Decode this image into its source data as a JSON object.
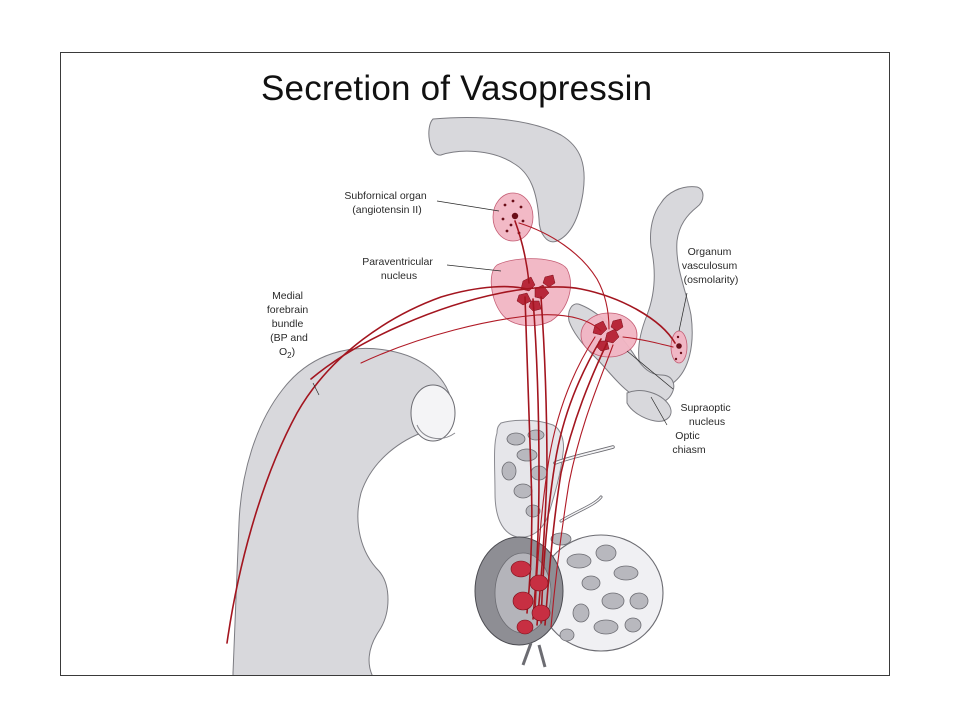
{
  "title": "Secretion of Vasopressin",
  "labels": {
    "subfornical": [
      "Subfornical organ",
      "(angiotensin II)"
    ],
    "paraventricular": [
      "Paraventricular",
      "nucleus"
    ],
    "medial_forebrain": [
      "Medial",
      "forebrain",
      "bundle",
      "(BP and",
      "O"
    ],
    "o2_subscript": "2",
    "o2_suffix": ")",
    "organum": [
      "Organum",
      "vasculosum",
      "(osmolarity)"
    ],
    "supraoptic": [
      "Supraoptic",
      "nucleus"
    ],
    "optic_chiasm": [
      "Optic",
      "chiasm"
    ]
  },
  "colors": {
    "fiber": "#a3151f",
    "nucleus_fill": "#f2b6c4",
    "tissue": "#d8d8dc",
    "lobe_dark": "#8e8e94"
  }
}
